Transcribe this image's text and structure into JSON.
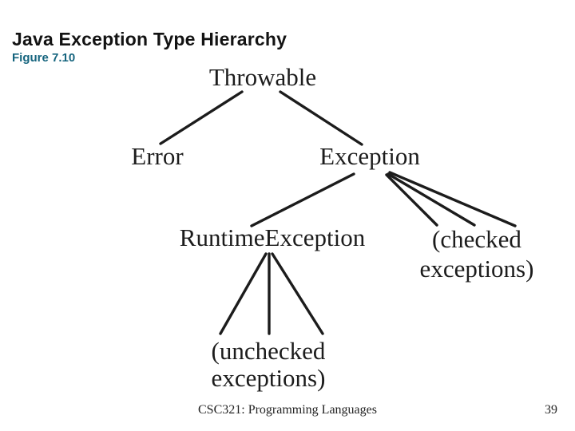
{
  "header": {
    "title": "Java Exception Type Hierarchy",
    "figure_label": "Figure 7.10"
  },
  "colors": {
    "figure_label": "#15647E",
    "diagram_text": "#1c1c1c",
    "background": "#ffffff",
    "edge_stroke": "#1c1c1c"
  },
  "diagram": {
    "nodes": {
      "throwable": {
        "label": "Throwable"
      },
      "error": {
        "label": "Error"
      },
      "exception": {
        "label": "Exception"
      },
      "runtime_exception": {
        "label": "RuntimeException"
      },
      "checked_exceptions": {
        "label_line1": "(checked",
        "label_line2": "exceptions)"
      },
      "unchecked_exceptions": {
        "label_line1": "(unchecked",
        "label_line2": "exceptions)"
      }
    },
    "edges": [
      {
        "from": "Throwable",
        "to": "Error",
        "line_count": 1
      },
      {
        "from": "Throwable",
        "to": "Exception",
        "line_count": 1
      },
      {
        "from": "Exception",
        "to": "RuntimeException",
        "line_count": 1
      },
      {
        "from": "Exception",
        "to": "(checked exceptions)",
        "line_count": 3
      },
      {
        "from": "RuntimeException",
        "to": "(unchecked exceptions)",
        "line_count": 3
      }
    ]
  },
  "footer": {
    "course": "CSC321: Programming Languages",
    "page_number": "39"
  }
}
